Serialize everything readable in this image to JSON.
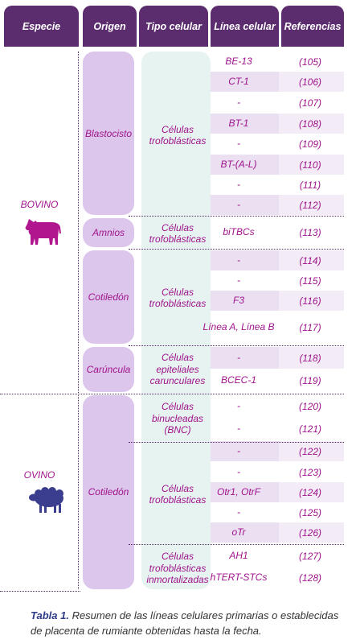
{
  "headers": {
    "especie": "Especie",
    "origen": "Origen",
    "tipo": "Tipo celular",
    "linea": "Línea celular",
    "referencias": "Referencias"
  },
  "species": {
    "bovino": "BOVINO",
    "ovino": "OVINO"
  },
  "origins": {
    "blastocisto": "Blastocisto",
    "amnios": "Amnios",
    "cotiledon_bov": "Cotiledón",
    "caruncula": "Carúncula",
    "cotiledon_ov": "Cotiledón"
  },
  "cell_types": {
    "t1": "Células trofoblásticas",
    "t2": "Células trofoblásticas",
    "t3": "Células trofoblásticas",
    "t4": "Células epiteliales carunculares",
    "t5": "Células binucleadas (BNC)",
    "t6": "Células trofoblásticas",
    "t7": "Células trofoblásticas inmortalizadas"
  },
  "rows": [
    {
      "line": "BE-13",
      "ref": "(105)"
    },
    {
      "line": "CT-1",
      "ref": "(106)"
    },
    {
      "line": "-",
      "ref": "(107)"
    },
    {
      "line": "BT-1",
      "ref": "(108)"
    },
    {
      "line": "-",
      "ref": "(109)"
    },
    {
      "line": "BT-(A-L)",
      "ref": "(110)"
    },
    {
      "line": "-",
      "ref": "(111)"
    },
    {
      "line": "-",
      "ref": "(112)"
    },
    {
      "line": "biTBCs",
      "ref": "(113)"
    },
    {
      "line": "-",
      "ref": "(114)"
    },
    {
      "line": "-",
      "ref": "(115)"
    },
    {
      "line": "F3",
      "ref": "(116)"
    },
    {
      "line": "Línea A, Línea B",
      "ref": "(117)"
    },
    {
      "line": "-",
      "ref": "(118)"
    },
    {
      "line": "BCEC-1",
      "ref": "(119)"
    },
    {
      "line": "-",
      "ref": "(120)"
    },
    {
      "line": "-",
      "ref": "(121)"
    },
    {
      "line": "-",
      "ref": "(122)"
    },
    {
      "line": "-",
      "ref": "(123)"
    },
    {
      "line": "Otr1, OtrF",
      "ref": "(124)"
    },
    {
      "line": "-",
      "ref": "(125)"
    },
    {
      "line": "oTr",
      "ref": "(126)"
    },
    {
      "line": "AH1",
      "ref": "(127)"
    },
    {
      "line": "hTERT-STCs",
      "ref": "(128)"
    }
  ],
  "caption": {
    "label": "Tabla 1.",
    "text": "Resumen de las líneas celulares primarias o establecidas de placenta de rumiante obtenidas hasta la fecha."
  },
  "colors": {
    "header": "#5c2d6e",
    "text": "#a0148c",
    "cow": "#b0178f",
    "sheep": "#3b3d8e"
  }
}
